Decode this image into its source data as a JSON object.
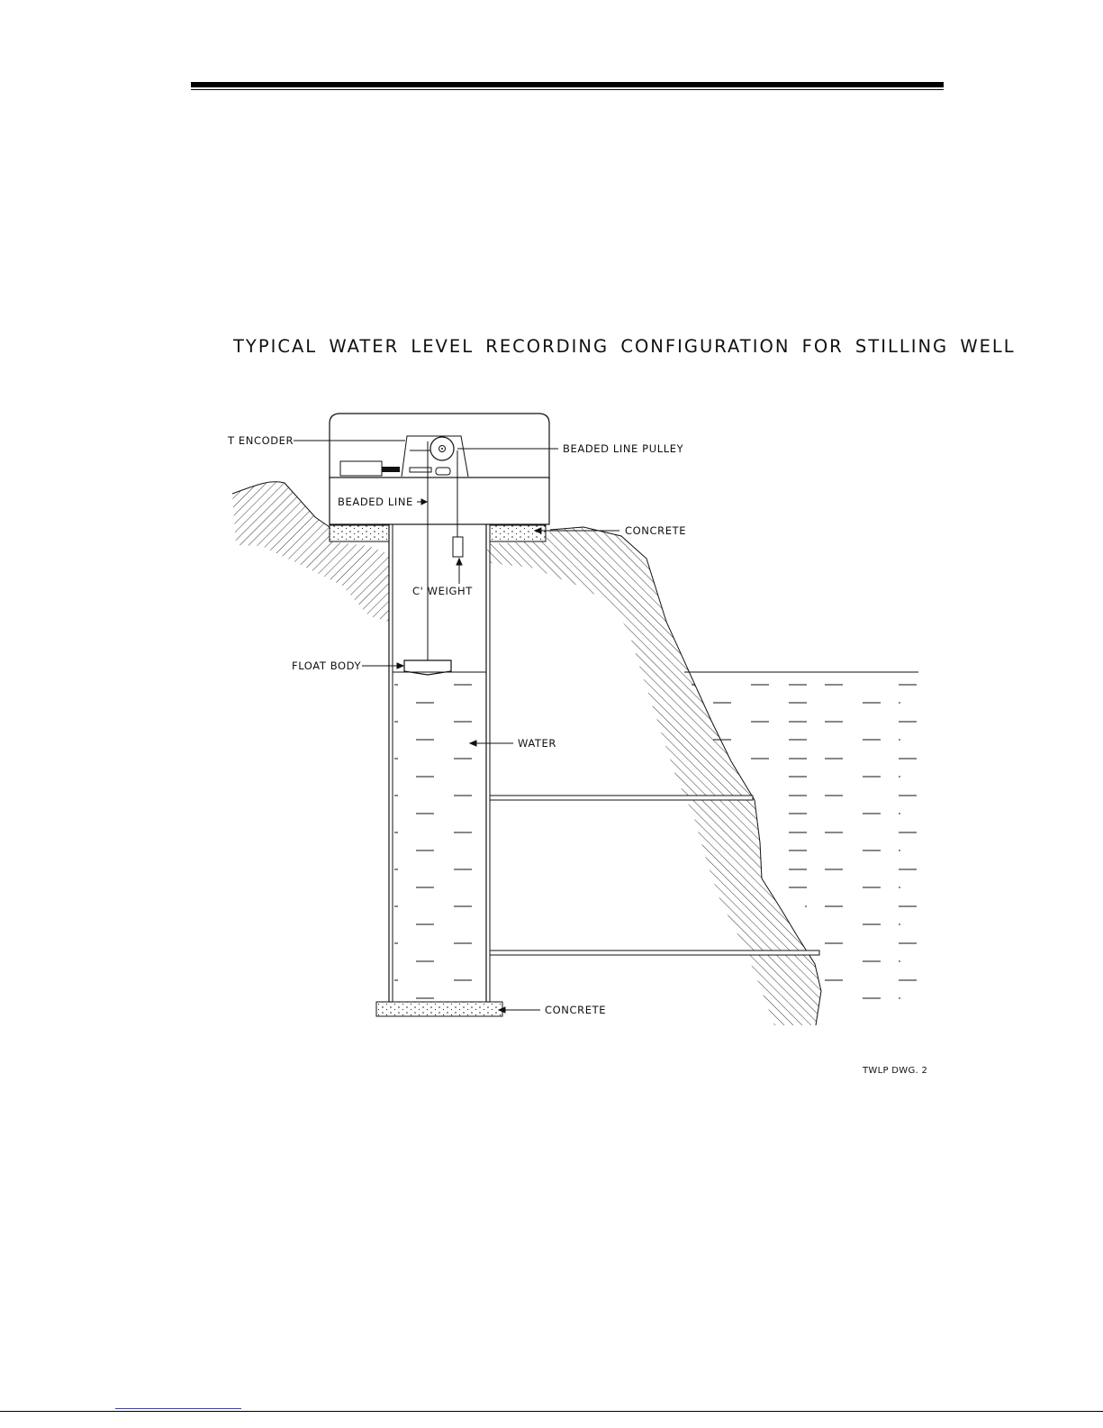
{
  "title": "TYPICAL WATER LEVEL RECORDING CONFIGURATION FOR STILLING WELL",
  "labels": {
    "encoder": "T ENCODER",
    "pulley": "BEADED LINE PULLEY",
    "beaded_line": "BEADED LINE",
    "concrete_top": "CONCRETE",
    "cweight": "C' WEIGHT",
    "float_body": "FLOAT BODY",
    "water": "WATER",
    "concrete_bottom": "CONCRETE"
  },
  "drawing_ref": "TWLP DWG. 2",
  "colors": {
    "ink": "#111111",
    "paper": "#ffffff",
    "link": "#3a3ad8"
  }
}
